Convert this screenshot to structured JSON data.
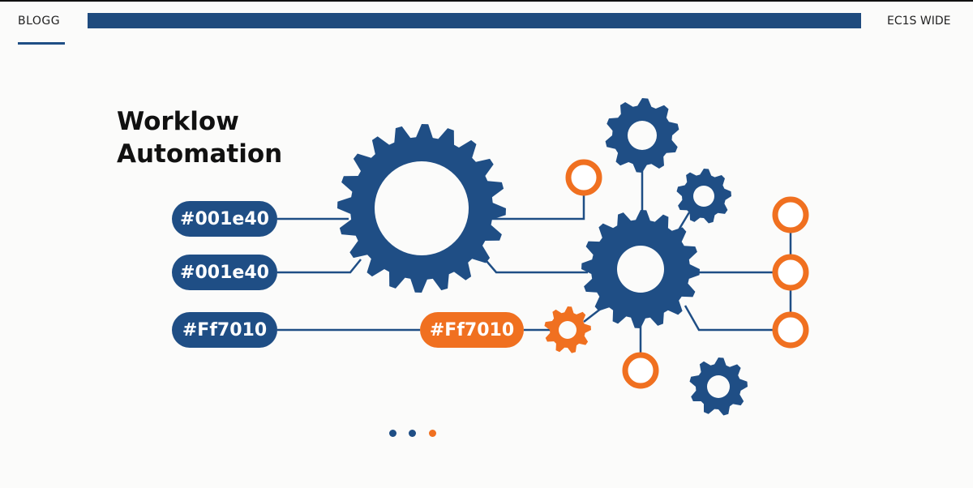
{
  "header": {
    "brand": "BLOGG",
    "right_label": "EC1S WIDE"
  },
  "title": {
    "line1": "Worklow",
    "line2": "Automation"
  },
  "pills": [
    {
      "label": "#001e40",
      "color": "blue"
    },
    {
      "label": "#001e40",
      "color": "blue"
    },
    {
      "label": "#Ff7010",
      "color": "blue"
    },
    {
      "label": "#Ff7010",
      "color": "orange"
    }
  ],
  "colors": {
    "blue": "#1f4e85",
    "orange": "#f07020",
    "line": "#1f4e85"
  },
  "pagination": {
    "dots": 3,
    "active": 3
  }
}
